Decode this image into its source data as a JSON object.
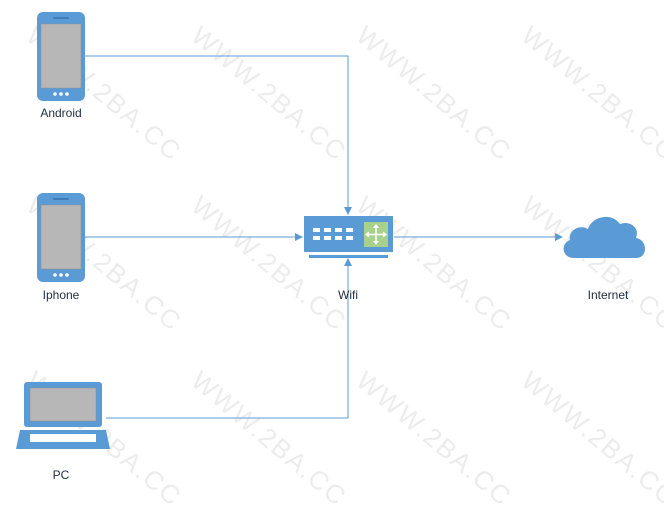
{
  "nodes": {
    "android": {
      "label": "Android"
    },
    "iphone": {
      "label": "Iphone"
    },
    "pc": {
      "label": "PC"
    },
    "wifi": {
      "label": "Wifi"
    },
    "internet": {
      "label": "Internet"
    }
  },
  "watermark": {
    "text": "WWW.2BA.CC"
  },
  "colors": {
    "device_blue": "#5b9bd5",
    "device_dark": "#3e7cba",
    "screen_gray": "#b7b7b7",
    "line_blue": "#5b9bd5",
    "switch_green": "#a9d18e",
    "cloud_blue": "#5b9bd5"
  }
}
